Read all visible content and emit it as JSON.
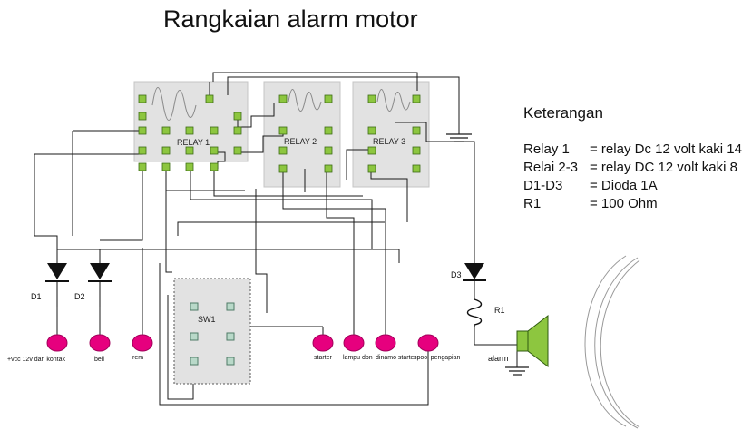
{
  "title": "Rangkaian alarm motor",
  "legend": {
    "heading": "Keterangan",
    "rows": [
      {
        "key": "Relay 1",
        "value": "= relay Dc 12 volt kaki 14"
      },
      {
        "key": "Relai 2-3",
        "value": "= relay DC 12 volt kaki 8"
      },
      {
        "key": "D1-D3",
        "value": "= Dioda 1A"
      },
      {
        "key": "R1",
        "value": "= 100 Ohm"
      }
    ]
  },
  "components": {
    "relay1": "RELAY 1",
    "relay2": "RELAY 2",
    "relay3": "RELAY 3",
    "sw1": "SW1",
    "d1": "D1",
    "d2": "D2",
    "d3": "D3",
    "r1": "R1",
    "alarm": "alarm"
  },
  "terminals": {
    "vcc": "+vcc 12v dari kontak",
    "bell": "bell",
    "rem": "rem",
    "starter": "starter",
    "lampu": "lampu dpn",
    "dinamo": "dinamo starter",
    "spool": "spool pengapian"
  },
  "colors": {
    "wire": "#1a1a1a",
    "relay_fill": "#e2e2e2",
    "pin": "#8dc63f",
    "pin_border": "#3c6b16",
    "terminal": "#e6007e",
    "switch_fill": "#e2e2e2",
    "switch_pin": "#b9d9c9"
  }
}
